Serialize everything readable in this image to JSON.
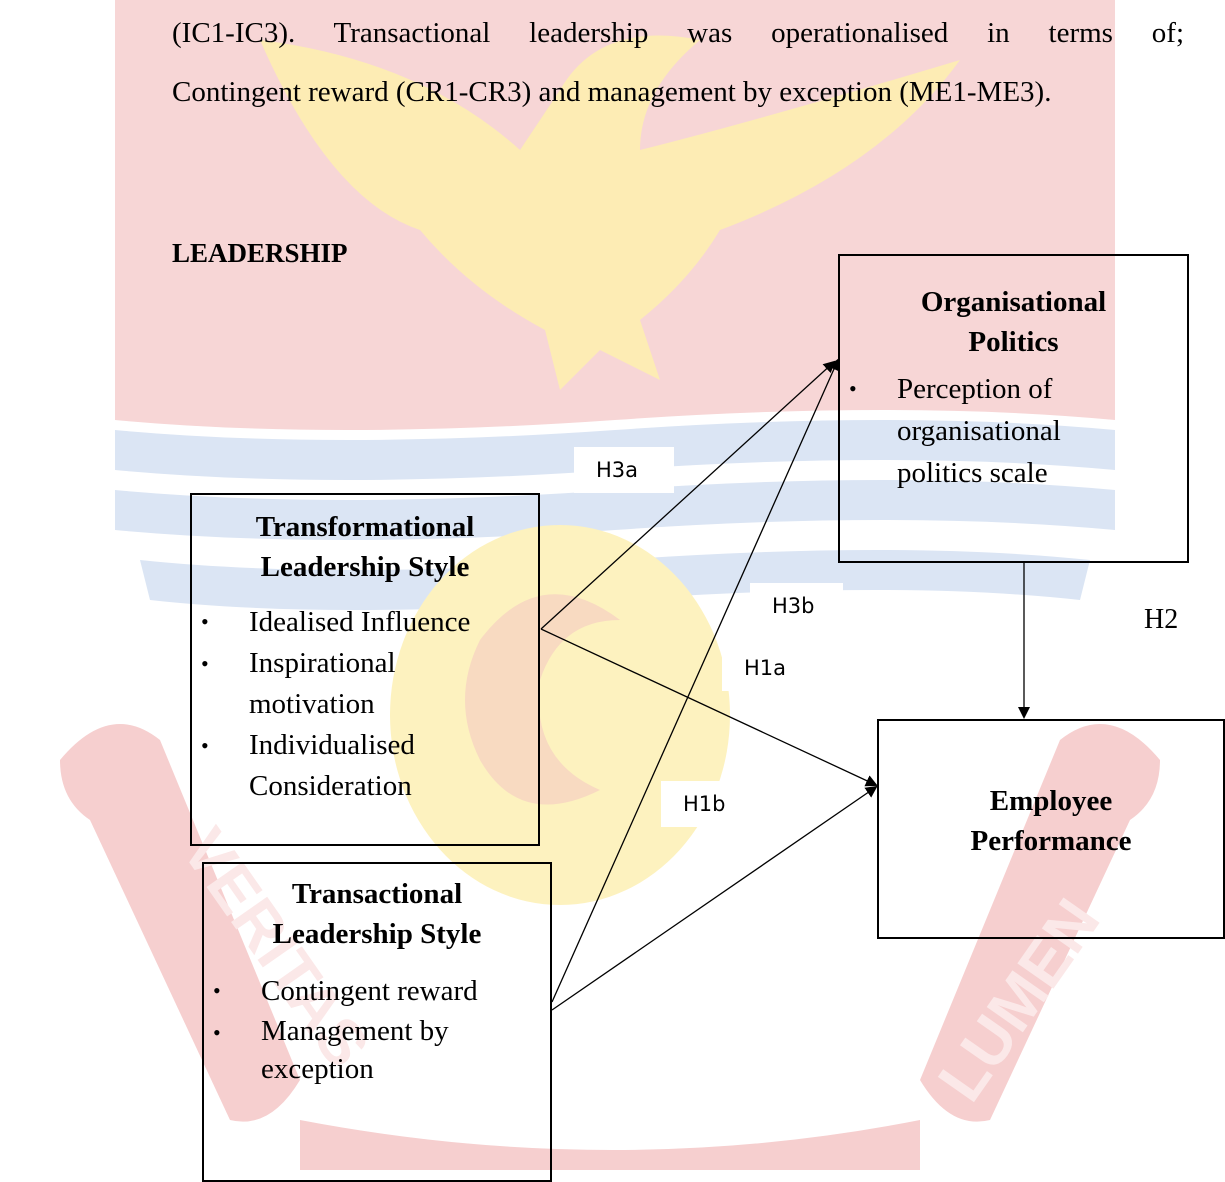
{
  "paragraph": {
    "line1": "(IC1-IC3). Transactional leadership was operationalised in terms of;",
    "line2": "Contingent reward (CR1-CR3) and management by exception (ME1-ME3)."
  },
  "section_title": "LEADERSHIP",
  "watermark_text": {
    "left": "VERITAS",
    "right": "LUMEN"
  },
  "diagram": {
    "org_politics": {
      "title_line1": "Organisational",
      "title_line2": "Politics",
      "bullet_lines": [
        "Perception of",
        "organisational",
        "politics scale"
      ]
    },
    "transformational": {
      "title_line1": "Transformational",
      "title_line2": "Leadership Style",
      "items": [
        [
          "Idealised Influence"
        ],
        [
          "Inspirational",
          "motivation"
        ],
        [
          "Individualised",
          "Consideration"
        ]
      ]
    },
    "transactional": {
      "title_line1": "Transactional",
      "title_line2": "Leadership Style",
      "items": [
        [
          "Contingent reward"
        ],
        [
          "Management by",
          "exception"
        ]
      ]
    },
    "employee_performance": {
      "title_line1": "Employee",
      "title_line2": "Performance"
    },
    "hypotheses": {
      "h3a": "H3a",
      "h3b": "H3b",
      "h1a": "H1a",
      "h1b": "H1b",
      "h2": "H2"
    },
    "bullet_glyph": "•"
  },
  "colors": {
    "watermark_red": "#f4cccc",
    "watermark_yellow": "#fdf0b0",
    "watermark_blue": "#d8e3f3",
    "line": "#000000"
  }
}
